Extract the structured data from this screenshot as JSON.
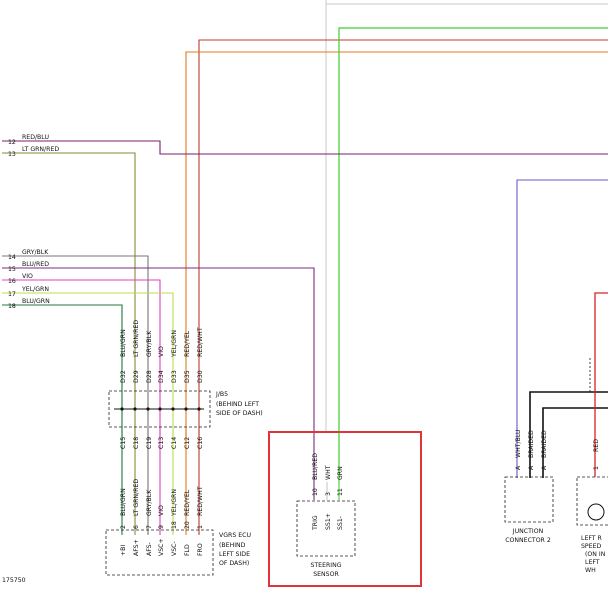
{
  "figure_id": "175750",
  "ecu_wires": [
    {
      "num": "12",
      "name": "RED/BLU",
      "color": "#7a1f6e"
    },
    {
      "num": "13",
      "name": "LT GRN/RED",
      "color": "#8a8a3a"
    },
    {
      "num": "14",
      "name": "GRY/BLK",
      "color": "#777777"
    },
    {
      "num": "15",
      "name": "BLU/RED",
      "color": "#7b2d82"
    },
    {
      "num": "16",
      "name": "VIO",
      "color": "#e040c0"
    },
    {
      "num": "17",
      "name": "YEL/GRN",
      "color": "#b8e04a"
    },
    {
      "num": "18",
      "name": "BLU/GRN",
      "color": "#1d7a3a"
    }
  ],
  "jb_pins": [
    "D32",
    "D29",
    "D28",
    "D34",
    "D33",
    "D35",
    "D30"
  ],
  "jb_wire_labels": [
    "BLU/GRN",
    "LT GRN/RED",
    "GRY/BLK",
    "VIO",
    "YEL/GRN",
    "RED/YEL",
    "RED/WHT"
  ],
  "jb": {
    "id": "J/B5",
    "location": [
      "(BEHIND LEFT",
      "SIDE OF DASH)"
    ]
  },
  "c_pins": [
    "C15",
    "C18",
    "C19",
    "C13",
    "C14",
    "C12",
    "C16"
  ],
  "ecu_pin_numbers": [
    "2",
    "6",
    "7",
    "9",
    "18",
    "20",
    "1"
  ],
  "ecu_pin_names": [
    "+BI",
    "AFS+",
    "AFS-",
    "VSC+",
    "VSC-",
    "FLD",
    "FRO"
  ],
  "ecu": {
    "name": "VGRS ECU",
    "location": [
      "(BEHIND",
      "LEFT SIDE",
      "OF DASH)"
    ]
  },
  "steering_sensor": {
    "pins": [
      {
        "num": "10",
        "wire": "BLU/RED",
        "name": "TRIG"
      },
      {
        "num": "3",
        "wire": "WHT",
        "name": "SS1+"
      },
      {
        "num": "11",
        "wire": "GRN",
        "name": "SS1-"
      }
    ],
    "label": [
      "STEERING",
      "SENSOR"
    ]
  },
  "junction": {
    "pins": [
      "A",
      "A",
      "A"
    ],
    "wire_labels": [
      "WHT/BLU",
      "BRAIDED",
      "BRAIDED"
    ],
    "label": [
      "JUNCTION",
      "CONNECTOR 2"
    ]
  },
  "right_sensor": {
    "pin": "1",
    "wire": "RED",
    "label_lines": [
      "LEFT R",
      "SPEED",
      "(ON IN",
      "LEFT",
      "WH"
    ]
  },
  "colors": {
    "red": "#c0392b",
    "orange": "#e07b1a",
    "green": "#3fce2f",
    "gray": "#c8c8c8",
    "purple": "#7b2d82",
    "highlight": "#e0333a",
    "speed_red": "#e02020",
    "blue_violet": "#6a5acd"
  }
}
